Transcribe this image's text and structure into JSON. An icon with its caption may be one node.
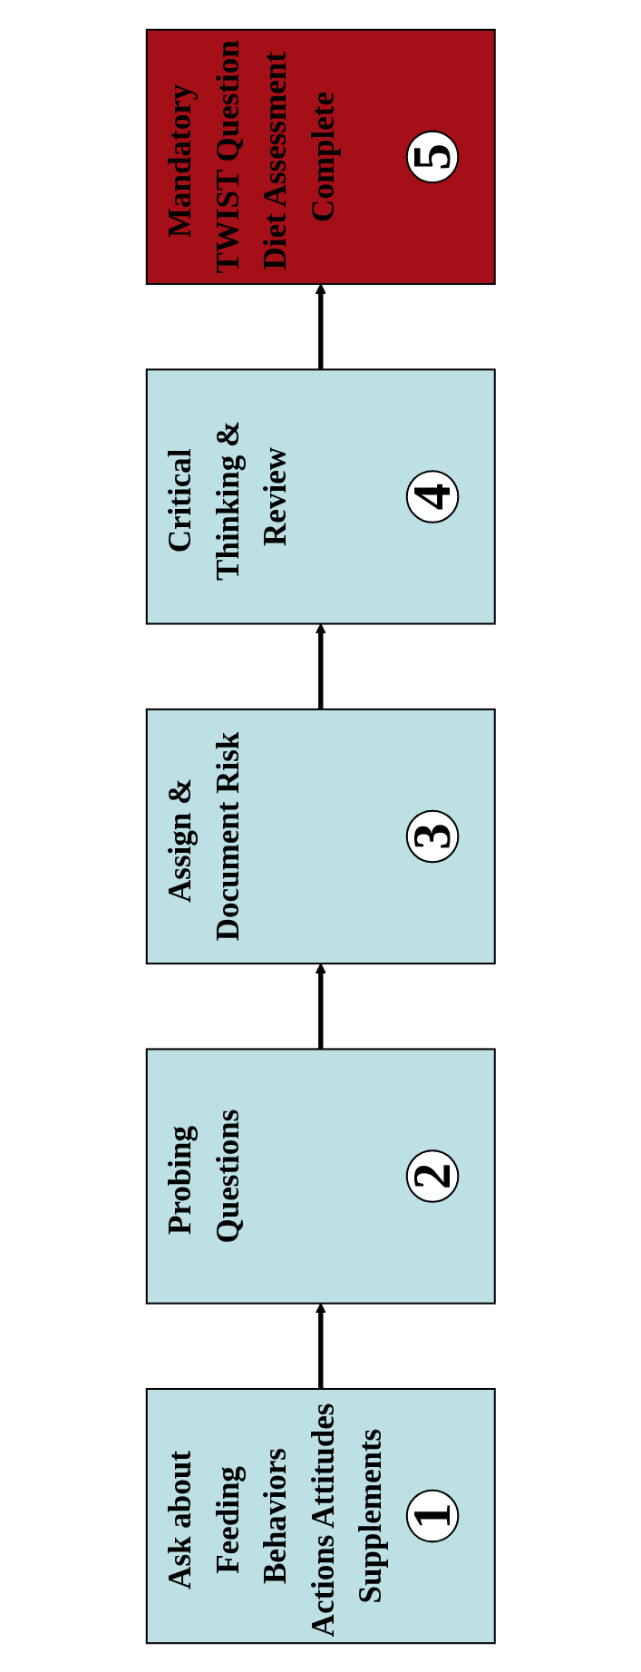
{
  "diagram": {
    "nodes": [
      {
        "text": [
          "Ask about Feeding Behaviors",
          "Actions Attitudes Supplements"
        ]
      },
      {
        "text": [
          "1"
        ],
        "in": 0
      },
      {
        "text": [
          "Probing Questions"
        ]
      },
      {
        "text": [
          "2"
        ],
        "in": 2
      },
      {
        "text": [
          "Assign & Document Risk"
        ]
      },
      {
        "text": [
          "3"
        ],
        "in": 4
      },
      {
        "text": [
          "Critical Thinking & Review"
        ]
      },
      {
        "text": [
          "4"
        ],
        "in": 6
      },
      {
        "text": [
          "Mandatory TWIST Question",
          "Diet Assessment Complete"
        ]
      },
      {
        "text": [
          "5"
        ],
        "in": 8
      }
    ],
    "edges": [
      {
        "from": 0,
        "to": 2,
        "arrow": "to"
      },
      {
        "from": 2,
        "to": 4,
        "arrow": "to"
      },
      {
        "from": 4,
        "to": 6,
        "arrow": "to"
      },
      {
        "from": 6,
        "to": 8,
        "arrow": "to"
      }
    ]
  }
}
